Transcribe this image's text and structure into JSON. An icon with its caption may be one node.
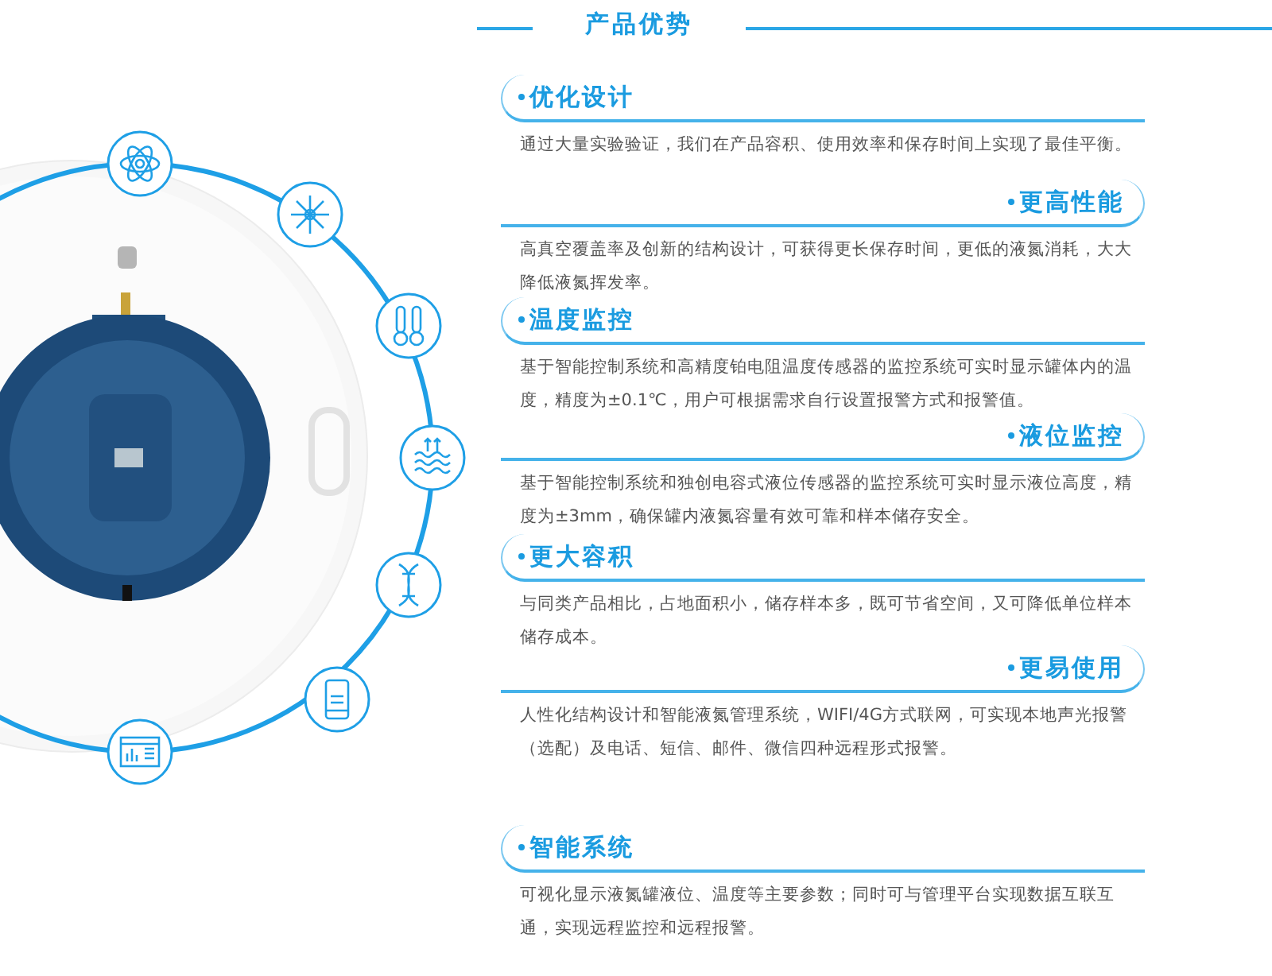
{
  "diagram": {
    "title": "产品优势",
    "nodes": [
      {
        "text": [
          "优化设计",
          "通过大量实验验证，我们在产品容积、使用效率和保存时间上实现了最佳平衡。"
        ]
      },
      {
        "text": [
          "更高性能",
          "高真空覆盖率及创新的结构设计，可获得更长保存时间，更低的液氮消耗，大大降低液氮挥发率。"
        ]
      },
      {
        "text": [
          "温度监控",
          "基于智能控制系统和高精度铂电阻温度传感器的监控系统可实时显示罐体内的温度，精度为±0.1℃，用户可根据需求自行设置报警方式和报警值。"
        ]
      },
      {
        "text": [
          "液位监控",
          "基于智能控制系统和独创电容式液位传感器的监控系统可实时显示液位高度，精度为±3mm，确保罐内液氮容量有效可靠和样本储存安全。"
        ]
      },
      {
        "text": [
          "更大容积",
          "与同类产品相比，占地面积小，储存样本多，既可节省空间，又可降低单位样本储存成本。"
        ]
      },
      {
        "text": [
          "更易使用",
          "人性化结构设计和智能液氮管理系统，WIFI/4G方式联网，可实现本地声光报警（选配）及电话、短信、邮件、微信四种远程形式报警。"
        ]
      },
      {
        "text": [
          "智能系统",
          "可视化显示液氮罐液位、温度等主要参数；同时可与管理平台实现数据互联互通，实现远程监控和远程报警。"
        ]
      }
    ]
  }
}
